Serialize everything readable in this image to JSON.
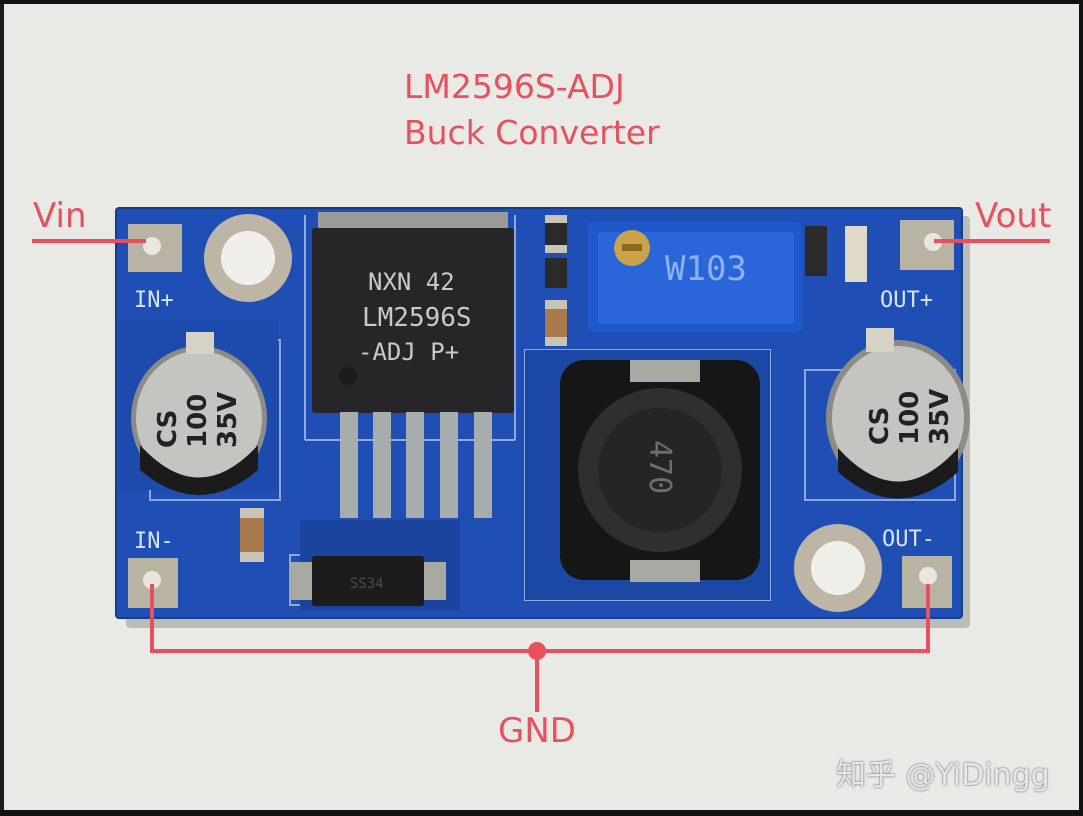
{
  "annotations": {
    "title_line1": "LM2596S-ADJ",
    "title_line2": "Buck Converter",
    "vin_label": "Vin",
    "vout_label": "Vout",
    "gnd_label": "GND",
    "color": "#e8505e"
  },
  "board": {
    "silkscreen": {
      "in_plus": "IN+",
      "in_minus": "IN-",
      "out_plus": "OUT+",
      "out_minus": "OUT-"
    },
    "ic_marking": {
      "line1": "NXN 42",
      "line2": "LM2596S",
      "line3": "-ADJ P+"
    },
    "potentiometer_marking": "W103",
    "inductor_marking": "470",
    "capacitor_marking": {
      "brand": "CS",
      "value": "100",
      "voltage": "35V"
    },
    "diode_marking": "SS34",
    "pcb_color": "#1f4fb4"
  },
  "watermark": "知乎 @YiDingg"
}
